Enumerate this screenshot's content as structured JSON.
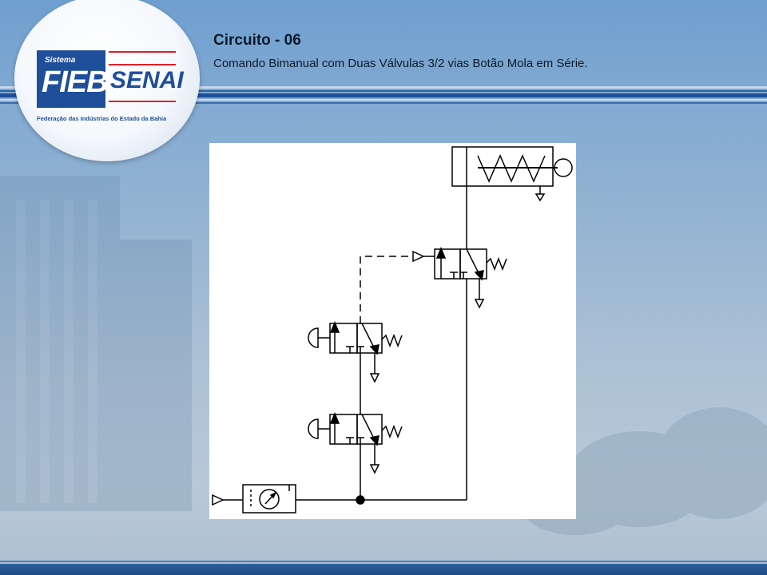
{
  "slide": {
    "title": "Circuito - 06",
    "subtitle": "Comando Bimanual com Duas Válvulas 3/2 vias Botão Mola em Série."
  },
  "logo": {
    "sistema": "Sistema",
    "fieb": "FIEB",
    "senai": "SENAI",
    "federacao": "Federação das Indústrias do Estado da Bahia"
  },
  "colors": {
    "accent_blue": "#1f4e9a",
    "accent_red": "#d9222a",
    "diagram_stroke": "#000000"
  },
  "diagram": {
    "components": [
      "single-acting-cylinder-spring-return",
      "pilot-operated-3-2-valve-spring-return",
      "pushbutton-3-2-valve-spring-return-upper",
      "pushbutton-3-2-valve-spring-return-lower",
      "air-service-unit-with-gauge",
      "compressed-air-source"
    ]
  }
}
